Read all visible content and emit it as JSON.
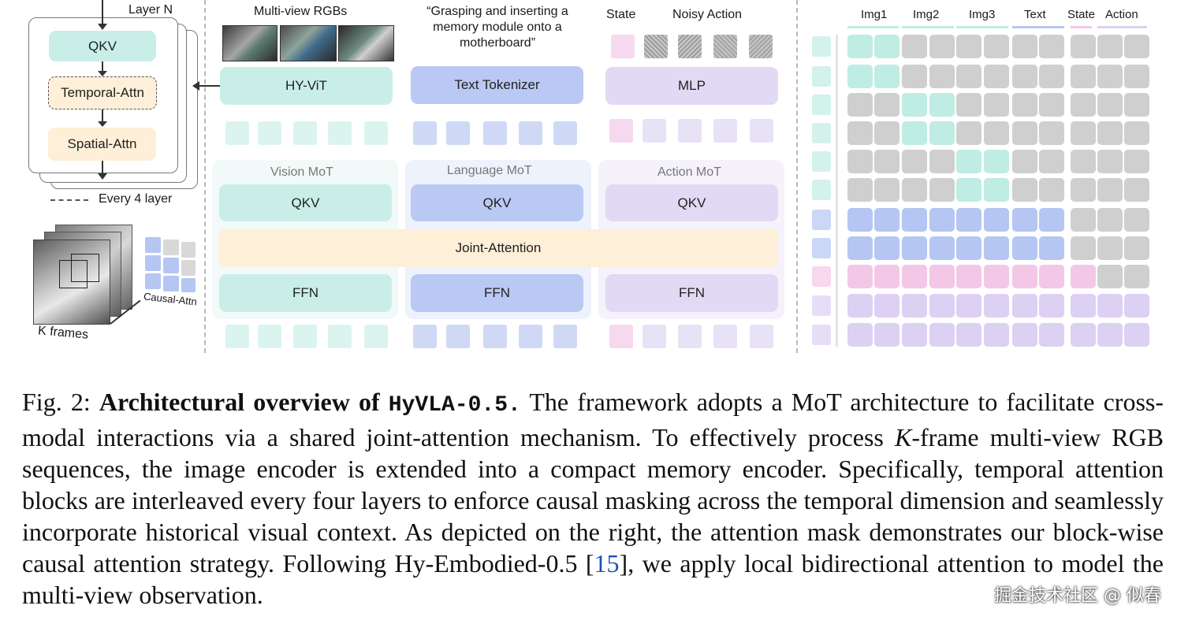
{
  "left": {
    "layer_label": "Layer N",
    "qkv": "QKV",
    "temporal_attn": "Temporal-Attn",
    "spatial_attn": "Spatial-Attn",
    "every_layer": "Every 4 layer",
    "causal_attn": "Causal-Attn",
    "k_frames": "K frames"
  },
  "center": {
    "multiview_label": "Multi-view RGBs",
    "instruction": "“Grasping and inserting a memory module onto a motherboard”",
    "state_label": "State",
    "noisy_action_label": "Noisy Action",
    "vit": "HY-ViT",
    "tokenizer": "Text Tokenizer",
    "mlp": "MLP",
    "vision_mot": "Vision MoT",
    "language_mot": "Language MoT",
    "action_mot": "Action MoT",
    "qkv": "QKV",
    "joint_attention": "Joint-Attention",
    "ffn": "FFN"
  },
  "mask": {
    "headers": [
      "Img1",
      "Img2",
      "Img3",
      "Text",
      "State",
      "Action"
    ],
    "header_colors": [
      "#bfece3",
      "#bfece3",
      "#bfece3",
      "#b5c6f2",
      "#f3c7e6",
      "#dcd0f3"
    ]
  },
  "caption": {
    "fig": "Fig. 2:",
    "bold_title": "Architectural overview of",
    "model_name": "HyVLA-0.5.",
    "part1": "The framework adopts a MoT architecture to facilitate cross-modal interactions via a shared joint-attention mechanism. To effectively process",
    "var_k": "K",
    "part2": "-frame multi-view RGB sequences, the image encoder is extended into a compact memory encoder. Specifically, temporal attention blocks are interleaved every four layers to enforce causal masking across the temporal dimension and seamlessly incorporate historical visual context. As depicted on the right, the attention mask demonstrates our block-wise causal attention strategy. Following Hy-Embodied-0.5 [",
    "ref": "15",
    "part3": "], we apply local bidirectional attention to model the multi-view observation."
  },
  "watermark": "掘金技术社区 @ 似春"
}
